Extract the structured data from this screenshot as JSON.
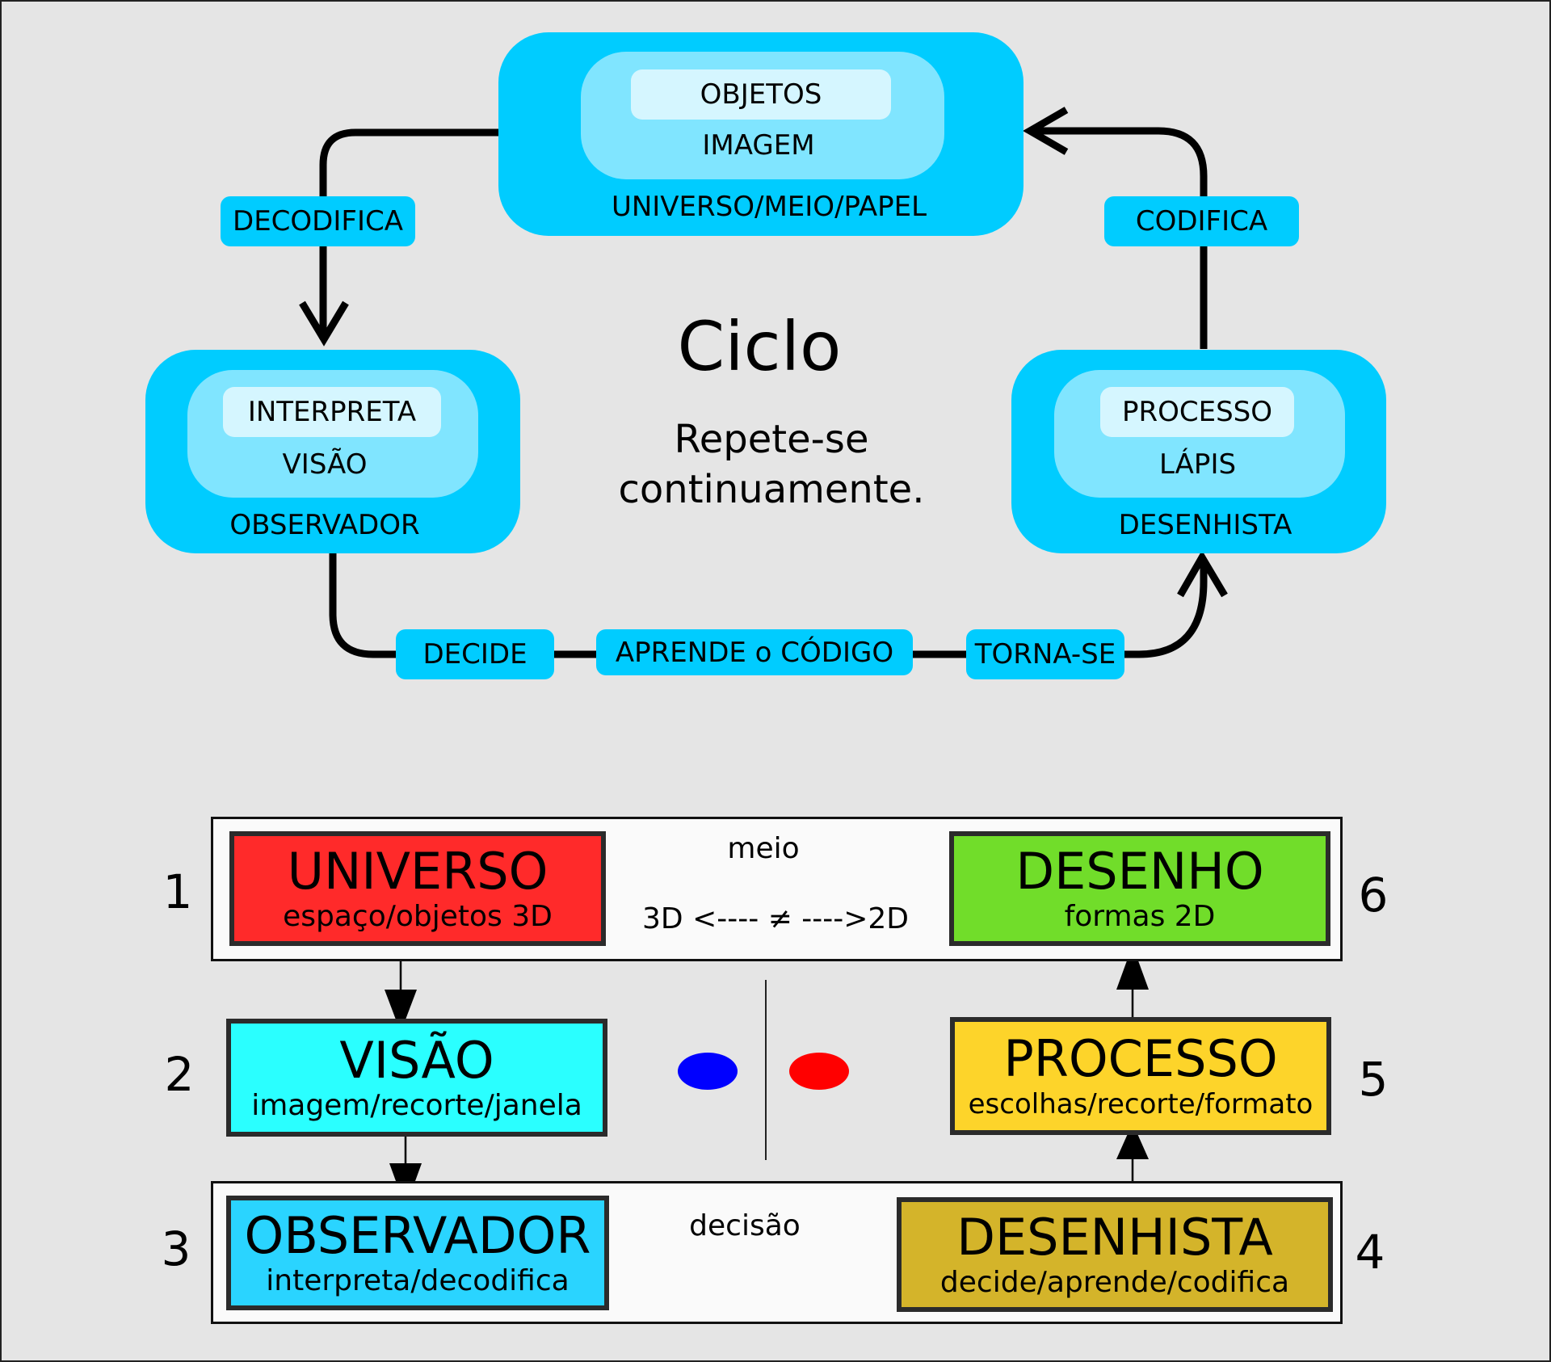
{
  "cycle": {
    "title": "Ciclo",
    "subtitle_line1": "Repete-se",
    "subtitle_line2": "continuamente.",
    "nodes": {
      "top": {
        "inner": "OBJETOS",
        "middle": "IMAGEM",
        "outer": "UNIVERSO/MEIO/PAPEL"
      },
      "left": {
        "inner": "INTERPRETA",
        "middle": "VISÃO",
        "outer": "OBSERVADOR"
      },
      "right": {
        "inner": "PROCESSO",
        "middle": "LÁPIS",
        "outer": "DESENHISTA"
      }
    },
    "edge_labels": {
      "decodifica": "DECODIFICA",
      "codifica": "CODIFICA",
      "decide": "DECIDE",
      "aprende": "APRENDE o CÓDIGO",
      "torna_se": "TORNA-SE"
    }
  },
  "flow": {
    "steps": [
      {
        "number": "1",
        "title": "UNIVERSO",
        "subtitle": "espaço/objetos 3D",
        "color": "#ff2a2a"
      },
      {
        "number": "2",
        "title": "VISÃO",
        "subtitle": "imagem/recorte/janela",
        "color": "#2affff"
      },
      {
        "number": "3",
        "title": "OBSERVADOR",
        "subtitle": "interpreta/decodifica",
        "color": "#2ad4ff"
      },
      {
        "number": "4",
        "title": "DESENHISTA",
        "subtitle": "decide/aprende/codifica",
        "color": "#d4b42a"
      },
      {
        "number": "5",
        "title": "PROCESSO",
        "subtitle": "escolhas/recorte/formato",
        "color": "#fdd42a"
      },
      {
        "number": "6",
        "title": "DESENHO",
        "subtitle": "formas 2D",
        "color": "#71dd2a"
      }
    ],
    "medium_label": "meio",
    "dimension_label": "3D <---- ≠ ---->2D",
    "decision_label": "decisão",
    "dots": {
      "left_color": "#0000ff",
      "right_color": "#ff0000"
    }
  },
  "colors": {
    "background": "#e5e5e5",
    "node_outer": "#00ccff",
    "node_middle": "#80e5ff",
    "node_inner": "#d5f6ff"
  }
}
